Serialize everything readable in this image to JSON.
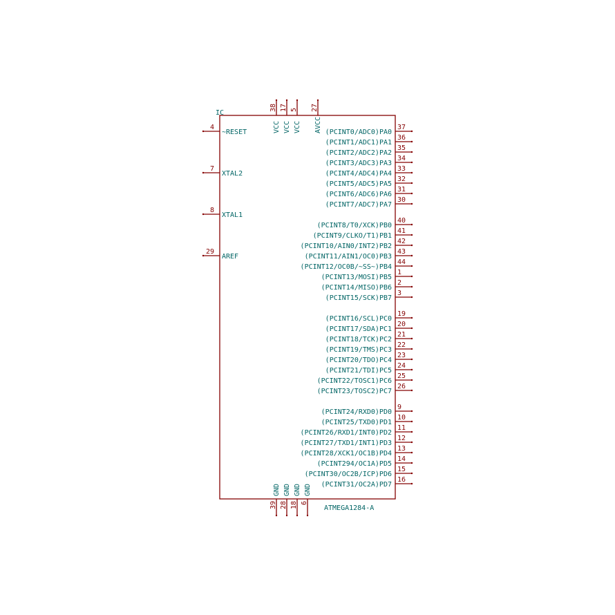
{
  "reference": "IC",
  "value": "ATMEGA1284-A",
  "colors": {
    "body": "#840000",
    "label": "#006464",
    "pin_number": "#840000"
  },
  "left_pins": [
    {
      "num": "4",
      "name": "~RESET"
    },
    {
      "num": "7",
      "name": "XTAL2"
    },
    {
      "num": "8",
      "name": "XTAL1"
    },
    {
      "num": "29",
      "name": "AREF"
    }
  ],
  "top_pins": [
    {
      "num": "38",
      "name": "VCC"
    },
    {
      "num": "17",
      "name": "VCC"
    },
    {
      "num": "5",
      "name": "VCC"
    },
    {
      "num": "27",
      "name": "AVCC"
    }
  ],
  "bottom_pins": [
    {
      "num": "39",
      "name": "GND"
    },
    {
      "num": "28",
      "name": "GND"
    },
    {
      "num": "18",
      "name": "GND"
    },
    {
      "num": "6",
      "name": "GND"
    }
  ],
  "right_groups": [
    [
      {
        "num": "37",
        "name": "(PCINT0/ADC0)PA0"
      },
      {
        "num": "36",
        "name": "(PCINT1/ADC1)PA1"
      },
      {
        "num": "35",
        "name": "(PCINT2/ADC2)PA2"
      },
      {
        "num": "34",
        "name": "(PCINT3/ADC3)PA3"
      },
      {
        "num": "33",
        "name": "(PCINT4/ADC4)PA4"
      },
      {
        "num": "32",
        "name": "(PCINT5/ADC5)PA5"
      },
      {
        "num": "31",
        "name": "(PCINT6/ADC6)PA6"
      },
      {
        "num": "30",
        "name": "(PCINT7/ADC7)PA7"
      }
    ],
    [
      {
        "num": "40",
        "name": "(PCINT8/T0/XCK)PB0"
      },
      {
        "num": "41",
        "name": "(PCINT9/CLKO/T1)PB1"
      },
      {
        "num": "42",
        "name": "(PCINT10/AIN0/INT2)PB2"
      },
      {
        "num": "43",
        "name": "(PCINT11/AIN1/OC0)PB3"
      },
      {
        "num": "44",
        "name": "(PCINT12/OC0B/~SS~)PB4"
      },
      {
        "num": "1",
        "name": "(PCINT13/MOSI)PB5"
      },
      {
        "num": "2",
        "name": "(PCINT14/MISO)PB6"
      },
      {
        "num": "3",
        "name": "(PCINT15/SCK)PB7"
      }
    ],
    [
      {
        "num": "19",
        "name": "(PCINT16/SCL)PC0"
      },
      {
        "num": "20",
        "name": "(PCINT17/SDA)PC1"
      },
      {
        "num": "21",
        "name": "(PCINT18/TCK)PC2"
      },
      {
        "num": "22",
        "name": "(PCINT19/TMS)PC3"
      },
      {
        "num": "23",
        "name": "(PCINT20/TDO)PC4"
      },
      {
        "num": "24",
        "name": "(PCINT21/TDI)PC5"
      },
      {
        "num": "25",
        "name": "(PCINT22/TOSC1)PC6"
      },
      {
        "num": "26",
        "name": "(PCINT23/TOSC2)PC7"
      }
    ],
    [
      {
        "num": "9",
        "name": "(PCINT24/RXD0)PD0"
      },
      {
        "num": "10",
        "name": "(PCINT25/TXD0)PD1"
      },
      {
        "num": "11",
        "name": "(PCINT26/RXD1/INT0)PD2"
      },
      {
        "num": "12",
        "name": "(PCINT27/TXD1/INT1)PD3"
      },
      {
        "num": "13",
        "name": "(PCINT28/XCK1/OC1B)PD4"
      },
      {
        "num": "14",
        "name": "(PCINT294/OC1A)PD5"
      },
      {
        "num": "15",
        "name": "(PCINT30/OC2B/ICP)PD6"
      },
      {
        "num": "16",
        "name": "(PCINT31/OC2A)PD7"
      }
    ]
  ]
}
